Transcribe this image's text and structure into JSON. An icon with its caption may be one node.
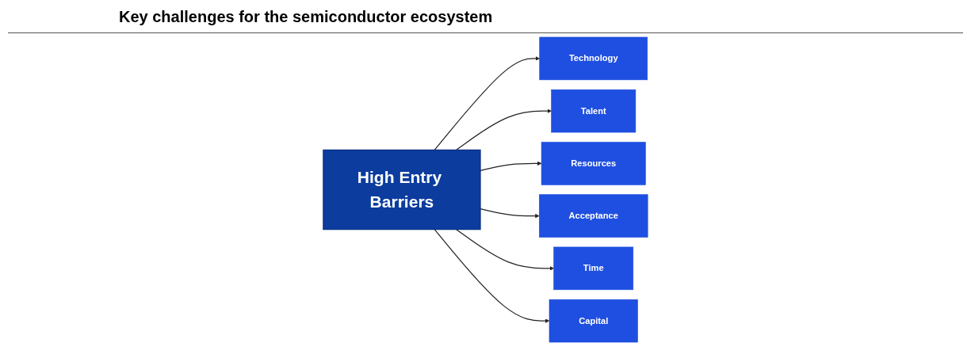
{
  "diagram": {
    "title": "Key challenges for the semiconductor ecosystem",
    "nodes": [
      {
        "text": [
          "Technology"
        ]
      },
      {
        "text": [
          "Talent"
        ]
      },
      {
        "text": [
          "Resources"
        ]
      },
      {
        "text": [
          "High Entry Barriers"
        ]
      },
      {
        "text": [
          "Acceptance"
        ]
      },
      {
        "text": [
          "Time"
        ]
      },
      {
        "text": [
          "Capital"
        ]
      }
    ],
    "edges": [
      {
        "from": 3,
        "to": 0,
        "arrow": "to"
      },
      {
        "from": 3,
        "to": 1,
        "arrow": "to"
      },
      {
        "from": 3,
        "to": 2,
        "arrow": "to"
      },
      {
        "from": 3,
        "to": 4,
        "arrow": "to"
      },
      {
        "from": 3,
        "to": 5,
        "arrow": "to"
      },
      {
        "from": 3,
        "to": 6,
        "arrow": "to"
      }
    ]
  }
}
